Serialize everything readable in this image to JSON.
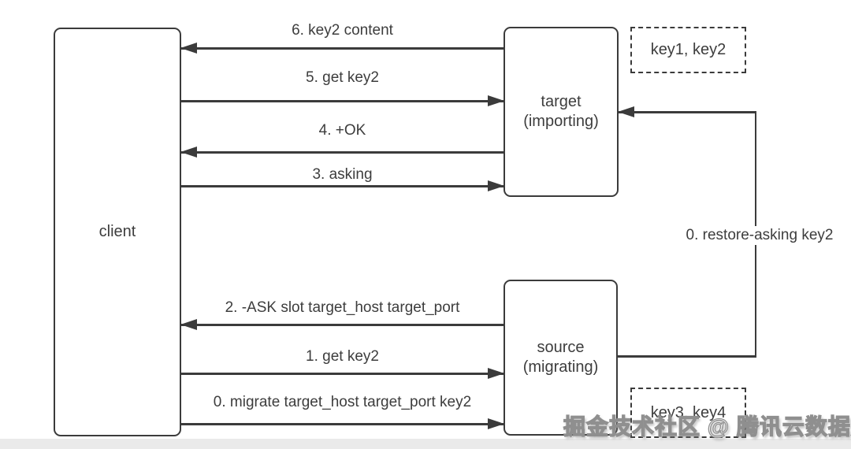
{
  "diagram": {
    "type": "sequence-flow",
    "topic": "redis-cluster-key-migration",
    "nodes": {
      "client": {
        "label": "client"
      },
      "target": {
        "line1": "target",
        "line2": "(importing)"
      },
      "source": {
        "line1": "source",
        "line2": "(migrating)"
      }
    },
    "key_boxes": {
      "target_keys": {
        "label": "key1, key2"
      },
      "source_keys": {
        "label": "key3, key4"
      }
    },
    "messages": {
      "m6": {
        "label": "6. key2 content",
        "from": "target",
        "to": "client"
      },
      "m5": {
        "label": "5. get key2",
        "from": "client",
        "to": "target"
      },
      "m4": {
        "label": "4. +OK",
        "from": "target",
        "to": "client"
      },
      "m3": {
        "label": "3. asking",
        "from": "client",
        "to": "target"
      },
      "m2": {
        "label": "2. -ASK slot target_host target_port",
        "from": "source",
        "to": "client"
      },
      "m1": {
        "label": "1. get key2",
        "from": "client",
        "to": "source"
      },
      "m0": {
        "label": "0. migrate target_host target_port key2",
        "from": "client",
        "to": "source"
      },
      "restore": {
        "label": "0. restore-asking key2",
        "from": "source",
        "to": "target"
      }
    },
    "watermark": {
      "text": "掘金技术社区 @ 腾讯云数据库"
    },
    "colors": {
      "line": "#3b3b3b",
      "text": "#3d3d3d",
      "background": "#ffffff",
      "footer_strip": "#eaeaea",
      "watermark_fill": "#ffffff",
      "watermark_stroke": "#8f8f8f"
    }
  }
}
